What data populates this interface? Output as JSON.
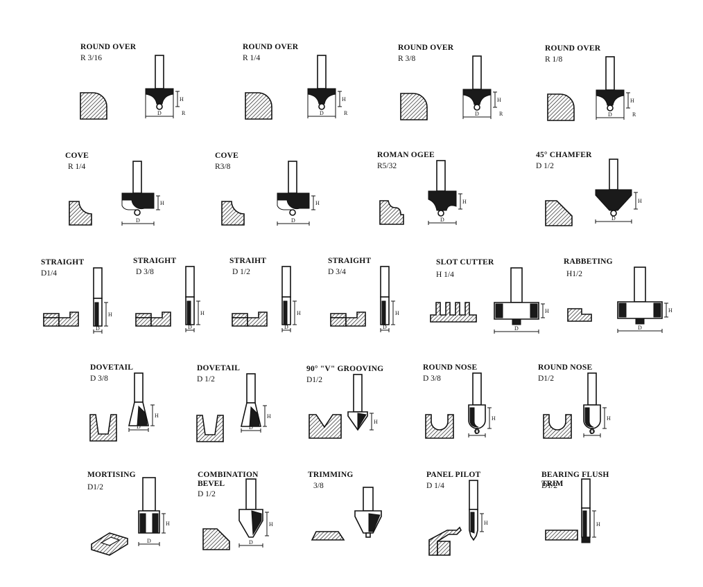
{
  "bits": [
    {
      "key": "ro316",
      "name": "ROUND OVER",
      "size": "R 3/16",
      "profile": "roundover",
      "bit": "roundover"
    },
    {
      "key": "ro14",
      "name": "ROUND OVER",
      "size": "R 1/4",
      "profile": "roundover",
      "bit": "roundover"
    },
    {
      "key": "ro38",
      "name": "ROUND OVER",
      "size": "R 3/8",
      "profile": "roundover",
      "bit": "roundover"
    },
    {
      "key": "ro18",
      "name": "ROUND OVER",
      "size": "R 1/8",
      "profile": "roundover",
      "bit": "roundover"
    },
    {
      "key": "cove14",
      "name": "COVE",
      "size": "R 1/4",
      "profile": "cove",
      "bit": "cove"
    },
    {
      "key": "cove38",
      "name": "COVE",
      "size": "R3/8",
      "profile": "cove",
      "bit": "cove"
    },
    {
      "key": "ogee",
      "name": "ROMAN OGEE",
      "size": "R5/32",
      "profile": "ogee",
      "bit": "ogee"
    },
    {
      "key": "chamfer",
      "name": "45° CHAMFER",
      "size": "D 1/2",
      "profile": "chamfer",
      "bit": "chamfer"
    },
    {
      "key": "st14",
      "name": "STRAIGHT",
      "size": "D1/4",
      "profile": "groove",
      "bit": "straight"
    },
    {
      "key": "st38",
      "name": "STRAIGHT",
      "size": "D 3/8",
      "profile": "groove",
      "bit": "straight"
    },
    {
      "key": "st12",
      "name": "STRAIHT",
      "size": "D 1/2",
      "profile": "groove",
      "bit": "straight"
    },
    {
      "key": "st34",
      "name": "STRAIGHT",
      "size": "D 3/4",
      "profile": "groove",
      "bit": "straight"
    },
    {
      "key": "slot",
      "name": "SLOT CUTTER",
      "size": "H 1/4",
      "profile": "slots",
      "bit": "slot"
    },
    {
      "key": "rabbet",
      "name": "RABBETING",
      "size": "H1/2",
      "profile": "rabbet",
      "bit": "slot"
    },
    {
      "key": "dt38",
      "name": "DOVETAIL",
      "size": "D 3/8",
      "profile": "dovetail",
      "bit": "dovetail"
    },
    {
      "key": "dt12",
      "name": "DOVETAIL",
      "size": "D 1/2",
      "profile": "dovetail",
      "bit": "dovetail"
    },
    {
      "key": "vg",
      "name": "90° \"V\" GROOVING",
      "size": "D1/2",
      "profile": "vgroove",
      "bit": "vgroove"
    },
    {
      "key": "rn38",
      "name": "ROUND NOSE",
      "size": "D 3/8",
      "profile": "roundnose",
      "bit": "roundnose"
    },
    {
      "key": "rn12",
      "name": "ROUND NOSE",
      "size": "D1/2",
      "profile": "roundnose",
      "bit": "roundnose"
    },
    {
      "key": "mort",
      "name": "MORTISING",
      "size": "D1/2",
      "profile": "mortise",
      "bit": "mortise"
    },
    {
      "key": "combo",
      "name": "COMBINATION",
      "name2": "BEVEL",
      "size": "D 1/2",
      "profile": "bevel",
      "bit": "combo"
    },
    {
      "key": "trim",
      "name": "TRIMMING",
      "size": "3/8",
      "profile": "trim",
      "bit": "trim"
    },
    {
      "key": "panel",
      "name": "PANEL PILOT",
      "size": "D 1/4",
      "profile": "panel",
      "bit": "panel"
    },
    {
      "key": "flush",
      "name": "BEARING FLUSH",
      "name2": "TRIM",
      "size": "D1/2",
      "profile": "flush",
      "bit": "flush"
    }
  ],
  "dim_labels": {
    "d": "D",
    "h": "H",
    "r": "R"
  }
}
